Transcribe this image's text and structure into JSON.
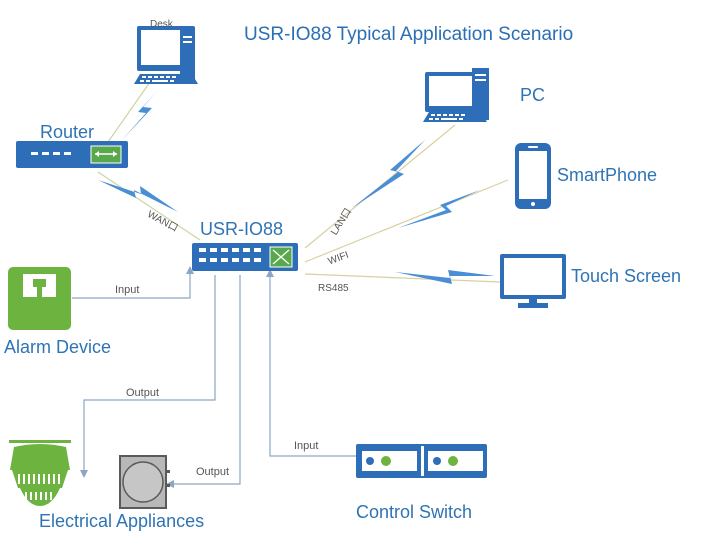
{
  "title": "USR-IO88 Typical Application Scenario",
  "nodes": {
    "desk": "Desk",
    "router": "Router",
    "hub": "USR-IO88",
    "pc": "PC",
    "smartphone": "SmartPhone",
    "touch_screen": "Touch Screen",
    "alarm_device": "Alarm Device",
    "electrical_appliances": "Electrical Appliances",
    "control_switch": "Control Switch"
  },
  "links": {
    "wan": "WAN口",
    "lan": "LAN口",
    "wifi": "WIFI",
    "rs485": "RS485",
    "input_alarm": "Input",
    "output_1": "Output",
    "output_2": "Output",
    "input_switch": "Input"
  },
  "colors": {
    "title": "#2a6fb5",
    "device_blue": "#2e6db8",
    "bolt_blue": "#4a8fd6",
    "alarm_green": "#6cb33f",
    "line_gray": "#8aa6c4"
  }
}
